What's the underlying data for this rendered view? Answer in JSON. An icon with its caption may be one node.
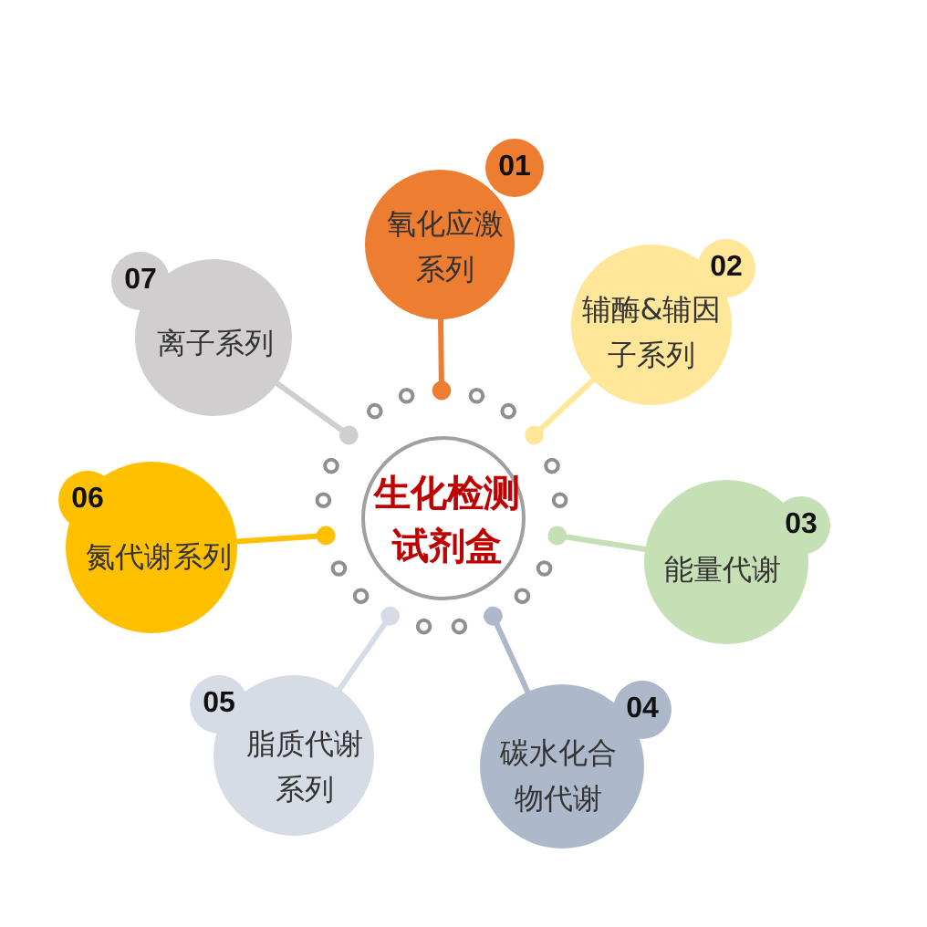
{
  "diagram": {
    "nodes": [
      {
        "text": [
          "生化检测试剂盒"
        ]
      },
      {
        "text": [
          "01",
          "氧化应激系列"
        ]
      },
      {
        "text": [
          "02",
          "辅酶&辅因子系列"
        ]
      },
      {
        "text": [
          "03",
          "能量代谢"
        ]
      },
      {
        "text": [
          "04",
          "碳水化合物代谢"
        ]
      },
      {
        "text": [
          "05",
          "脂质代谢系列"
        ]
      },
      {
        "text": [
          "06",
          "氮代谢系列"
        ]
      },
      {
        "text": [
          "07",
          "离子系列"
        ]
      }
    ],
    "edges": [
      {
        "from": 1,
        "to": 0,
        "arrow": "other",
        "color": "#ed7d31"
      },
      {
        "from": 2,
        "to": 0,
        "arrow": "other",
        "color": "#ffe699"
      },
      {
        "from": 3,
        "to": 0,
        "arrow": "other",
        "color": "#c5e0b4"
      },
      {
        "from": 4,
        "to": 0,
        "arrow": "other",
        "color": "#adb9ca"
      },
      {
        "from": 5,
        "to": 0,
        "arrow": "other",
        "color": "#d6dce5"
      },
      {
        "from": 6,
        "to": 0,
        "arrow": "other",
        "color": "#ffc000"
      },
      {
        "from": 7,
        "to": 0,
        "arrow": "other",
        "color": "#d0cece"
      }
    ]
  }
}
